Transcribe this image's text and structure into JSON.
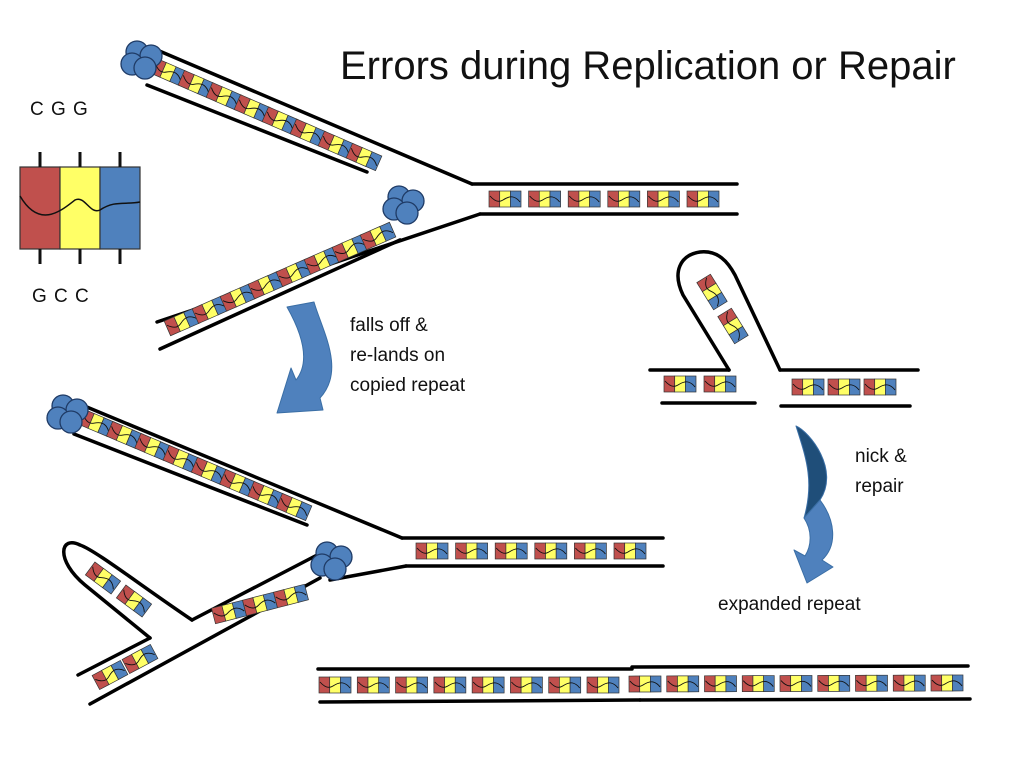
{
  "title": "Errors during Replication or Repair",
  "legend": {
    "top_label": "C G G",
    "bottom_label": "G C C"
  },
  "step1_label": "falls off &\nre-lands on\ncopied repeat",
  "step2_label": "nick &\nrepair",
  "result_label": "expanded repeat",
  "colors": {
    "red": "#c0504d",
    "yellow": "#ffff66",
    "blue": "#4f81bd",
    "arrow": "#4f81bd",
    "arrow_dark": "#1f4e79",
    "polymerase": "#4f81bd",
    "strand": "#000000"
  },
  "icons": {
    "arrow": "curved-arrow-icon",
    "enzyme": "polymerase-icon"
  }
}
